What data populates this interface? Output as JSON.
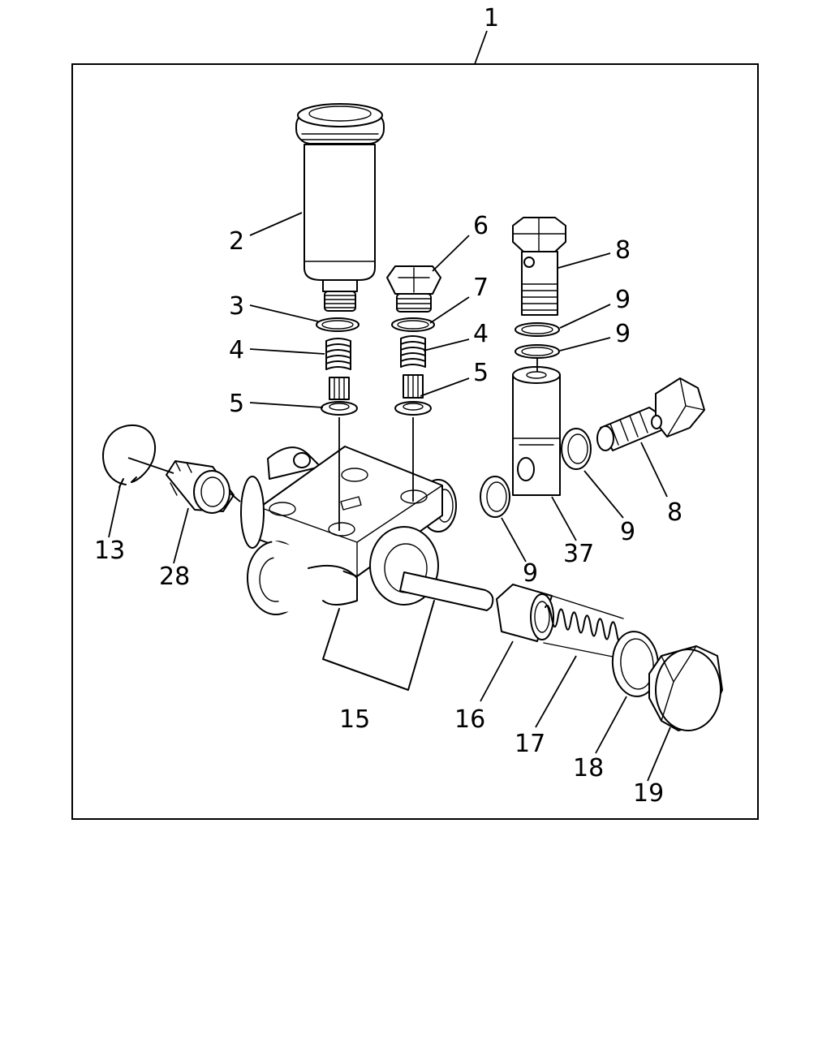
{
  "diagram": {
    "labels": {
      "l1": "1",
      "l2": "2",
      "l3": "3",
      "l4a": "4",
      "l4b": "4",
      "l5a": "5",
      "l5b": "5",
      "l6": "6",
      "l7": "7",
      "l8a": "8",
      "l8b": "8",
      "l9a": "9",
      "l9b": "9",
      "l9c": "9",
      "l9d": "9",
      "l13": "13",
      "l15": "15",
      "l16": "16",
      "l17": "17",
      "l18": "18",
      "l19": "19",
      "l28": "28",
      "l37": "37"
    }
  }
}
